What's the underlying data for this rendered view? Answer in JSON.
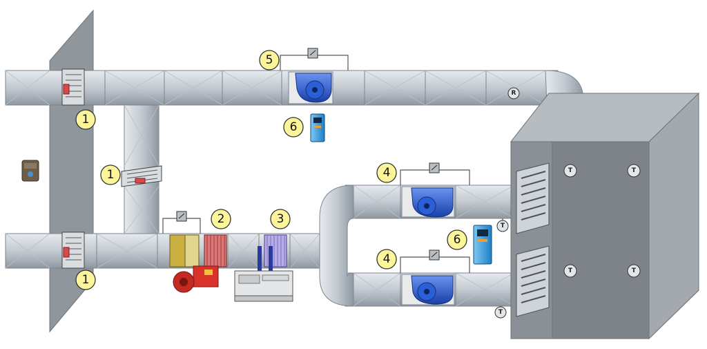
{
  "callouts": {
    "damper_top_left": "1",
    "damper_vertical": "1",
    "damper_bottom_left": "1",
    "heater": "2",
    "cooler": "3",
    "fan_supply_upper": "4",
    "fan_supply_lower": "4",
    "fan_exhaust": "5",
    "drive_top": "6",
    "drive_right": "6"
  },
  "sensors": {
    "label": "T",
    "exhaust_label": "R"
  },
  "colors": {
    "duct": "#c9cfd5",
    "duct_dark": "#8e979f",
    "wall": "#8f969c",
    "room_front": "#7b8186",
    "room_side": "#a9afb4",
    "fan_blue": "#2a5fd6",
    "heater_red": "#d84a4a",
    "filter_yellow": "#c9b040",
    "cooler_purple": "#9c8ed6",
    "burner_red": "#d8322a",
    "drive_blue": "#3aa6e6",
    "callout_fill": "#fdf59a"
  }
}
